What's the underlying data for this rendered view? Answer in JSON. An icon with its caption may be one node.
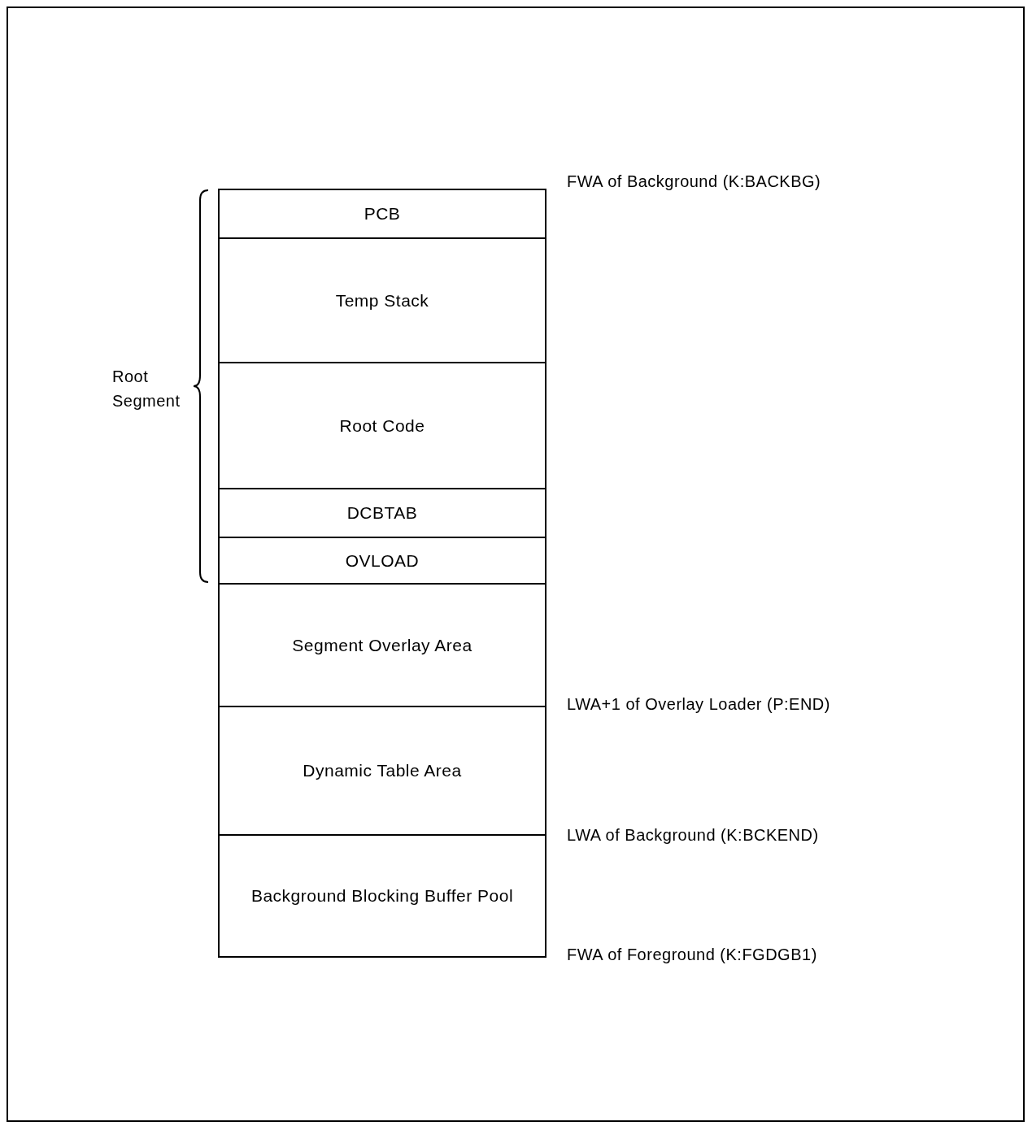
{
  "diagram": {
    "nodes": [
      {
        "text": [
          "PCB"
        ]
      },
      {
        "text": [
          "Temp Stack"
        ]
      },
      {
        "text": [
          "Root Code"
        ]
      },
      {
        "text": [
          "DCBTAB"
        ]
      },
      {
        "text": [
          "OVLOAD"
        ]
      },
      {
        "text": [
          "Segment Overlay Area"
        ]
      },
      {
        "text": [
          "Dynamic Table Area"
        ]
      },
      {
        "text": [
          "Background Blocking Buffer Pool"
        ]
      }
    ],
    "edges": [],
    "labels": [
      "FWA of Background (K:BACKBG)",
      "Root Segment",
      "LWA+1 of Overlay Loader (P:END)",
      "LWA of Background (K:BCKEND)",
      "FWA of Foreground (K:FGDGB1)"
    ]
  }
}
